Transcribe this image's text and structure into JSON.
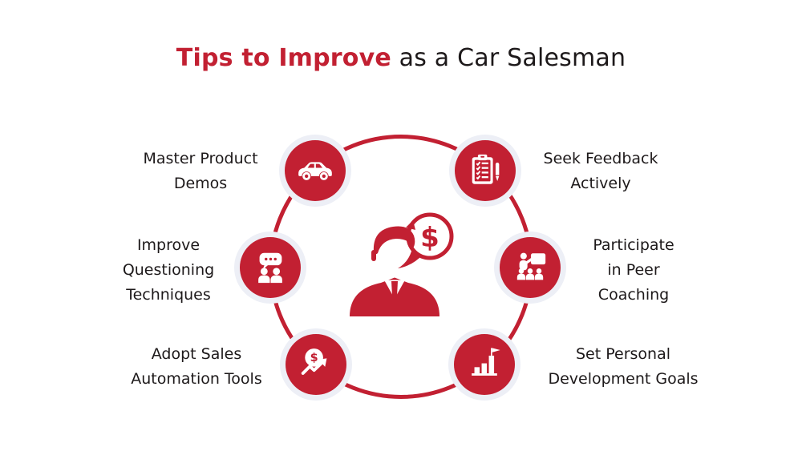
{
  "title": {
    "highlight": "Tips to Improve",
    "rest": " as a Car Salesman"
  },
  "colors": {
    "accent_red": "#C22032",
    "text_dark": "#1D191A",
    "halo": "#EDEFF6"
  },
  "center": {
    "figure": "salesman-with-dollar-speech-bubble",
    "dollar_sign": "$"
  },
  "tips": [
    {
      "id": "master-product-demos",
      "icon": "car-icon",
      "lines": [
        "Master Product",
        "Demos"
      ]
    },
    {
      "id": "seek-feedback-actively",
      "icon": "checklist-clipboard-icon",
      "lines": [
        "Seek Feedback",
        "Actively"
      ]
    },
    {
      "id": "improve-questioning",
      "icon": "chat-people-icon",
      "lines": [
        "Improve",
        "Questioning",
        "Techniques"
      ]
    },
    {
      "id": "peer-coaching",
      "icon": "presenter-audience-icon",
      "lines": [
        "Participate",
        "in Peer",
        "Coaching"
      ]
    },
    {
      "id": "sales-automation-tools",
      "icon": "dollar-growth-icon",
      "lines": [
        "Adopt Sales",
        "Automation Tools"
      ]
    },
    {
      "id": "personal-development-goals",
      "icon": "goal-chart-flag-icon",
      "lines": [
        "Set Personal",
        "Development Goals"
      ]
    }
  ]
}
